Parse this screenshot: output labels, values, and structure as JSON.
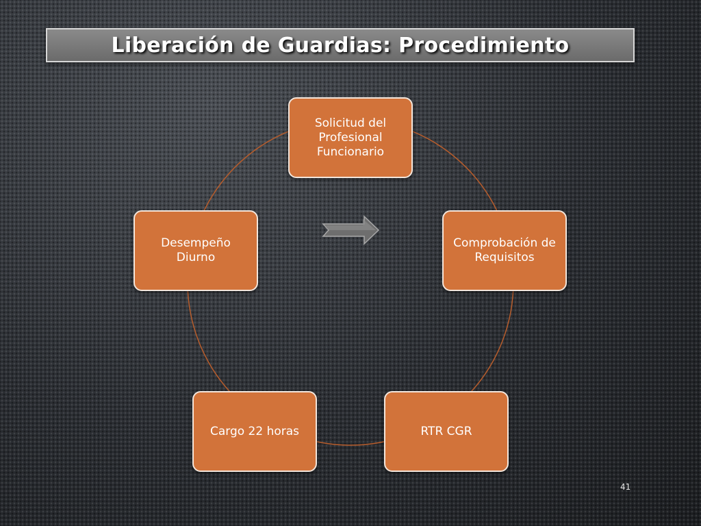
{
  "slide": {
    "title": "Liberación de Guardias: Procedimiento",
    "page_number": "41"
  },
  "diagram": {
    "type": "cycle",
    "nodes": [
      {
        "id": "n1",
        "label": "Solicitud del Profesional Funcionario"
      },
      {
        "id": "n2",
        "label": "Comprobación de Requisitos"
      },
      {
        "id": "n3",
        "label": "RTR CGR"
      },
      {
        "id": "n4",
        "label": "Cargo 22 horas"
      },
      {
        "id": "n5",
        "label": "Desempeño Diurno"
      }
    ],
    "edges": [
      [
        "n1",
        "n2"
      ],
      [
        "n2",
        "n3"
      ],
      [
        "n3",
        "n4"
      ],
      [
        "n4",
        "n5"
      ],
      [
        "n5",
        "n1"
      ]
    ],
    "center_icon": "right-arrow-icon",
    "colors": {
      "node_fill": "#d2733a",
      "node_border": "#f3e6dc",
      "cycle_line": "#b85d2c",
      "arrow_fill": "#6e6e6e"
    }
  }
}
